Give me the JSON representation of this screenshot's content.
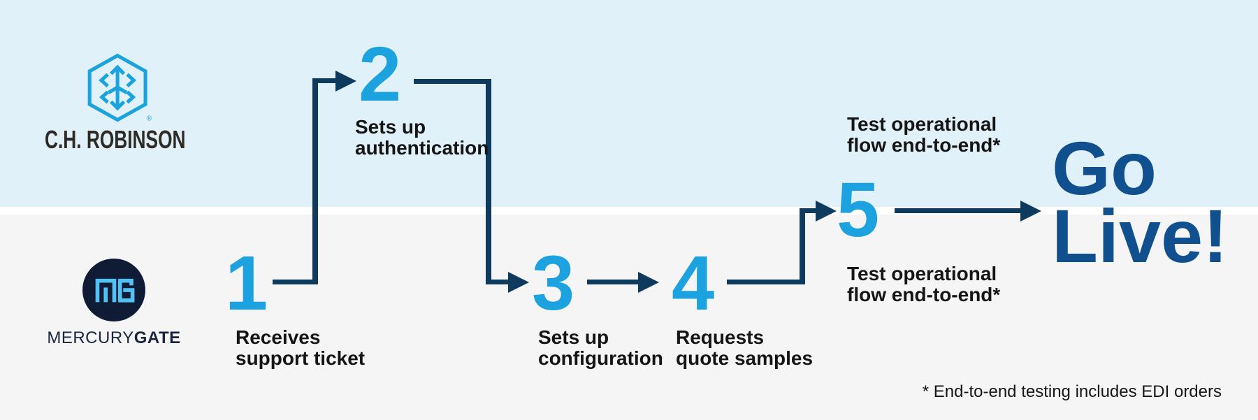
{
  "companies": {
    "chrobinson": {
      "wordmark": "C.H. ROBINSON",
      "registered_mark": "®"
    },
    "mercurygate": {
      "monogram": "MG",
      "wordmark_regular": "MERCURY",
      "wordmark_bold": "GATE"
    }
  },
  "steps": [
    {
      "number": "1",
      "line1": "Receives",
      "line2": "support ticket"
    },
    {
      "number": "2",
      "line1": "Sets up",
      "line2": "authentication"
    },
    {
      "number": "3",
      "line1": "Sets up",
      "line2": "configuration"
    },
    {
      "number": "4",
      "line1": "Requests",
      "line2": "quote samples"
    },
    {
      "number": "5",
      "label_top_line1": "Test operational",
      "label_top_line2": "flow end-to-end*",
      "label_bottom_line1": "Test operational",
      "label_bottom_line2": "flow end-to-end*"
    }
  ],
  "go_live": {
    "line1": "Go",
    "line2": "Live!"
  },
  "footnote": "* End-to-end testing includes EDI orders",
  "colors": {
    "accent_cyan": "#1da2e0",
    "arrow_navy": "#0e3a5e",
    "go_live_blue": "#11508f",
    "top_lane_bg": "#e1f1fa",
    "bottom_lane_bg": "#f5f5f6",
    "lane_divider": "#ffffff",
    "chr_logo_blue": "#1aa3dd",
    "mg_circle_navy": "#101b36",
    "mg_monogram_blue": "#52c1f3",
    "label_text": "#151515"
  }
}
